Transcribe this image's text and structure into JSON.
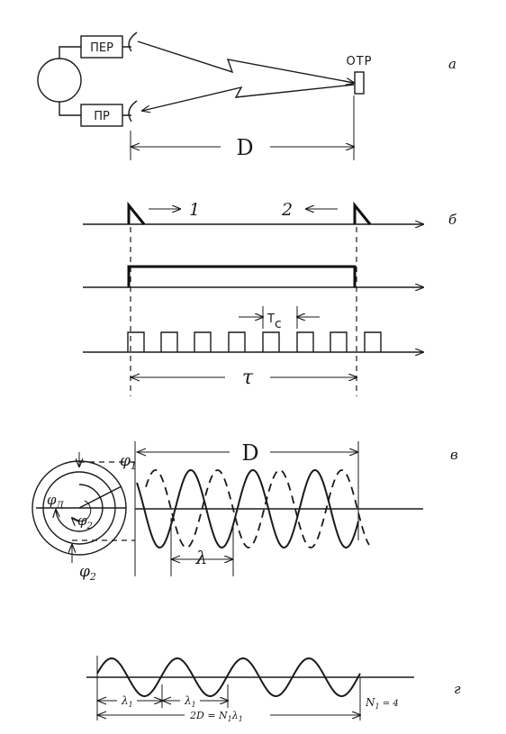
{
  "panel_a": {
    "tag": "a",
    "transmitter_label": "ПЕР",
    "receiver_label": "ПР",
    "reflector_label": "ОТР",
    "distance_label": "D"
  },
  "panel_b": {
    "tag": "б",
    "pulse1_label": "1",
    "pulse2_label": "2",
    "period_label": "T",
    "period_subscript": "c",
    "interval_label": "τ"
  },
  "panel_v": {
    "tag": "в",
    "phase1_label": "φ",
    "phase1_sub": "1",
    "phase2_label": "φ",
    "phase2_sub": "2",
    "phase_center_label": "φ",
    "phase_center_sub": "Д",
    "phase_inner_label": "φ",
    "phase_inner_sub": "2",
    "distance_label": "D",
    "wavelength_label": "λ"
  },
  "panel_g": {
    "tag": "г",
    "lambda_label": "λ",
    "lambda_sub": "1",
    "lambda2_label": "λ",
    "lambda2_sub": "1",
    "equation": "2D = N",
    "equation_sub1": "1",
    "equation_tail": "λ",
    "equation_sub2": "1",
    "count_label": "N",
    "count_sub": "1",
    "count_value": " = 4"
  }
}
